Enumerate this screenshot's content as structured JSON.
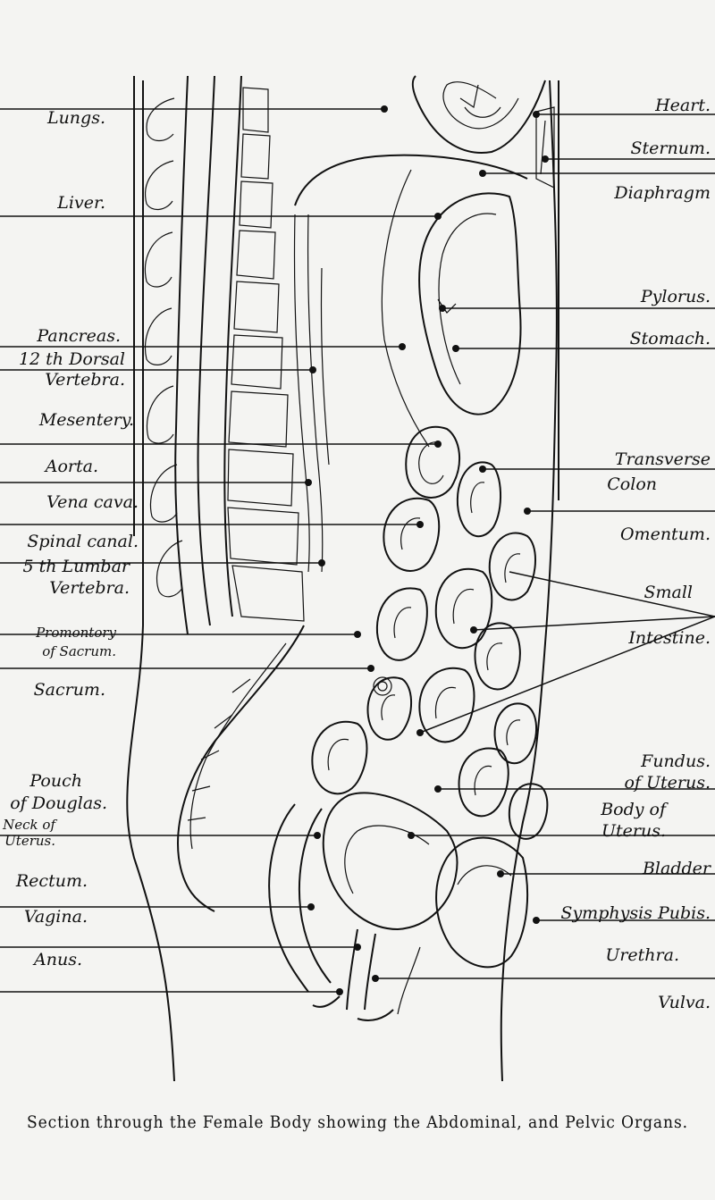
{
  "left_labels": [
    "Lungs.",
    "Liver.",
    "Pancreas.",
    "12 th Dorsal",
    "Vertebra.",
    "Mesentery.",
    "Aorta.",
    "Vena cava.",
    "Spinal canal.",
    "5 th Lumbar",
    "Vertebra.",
    "Promontory",
    "of Sacrum.",
    "Sacrum.",
    "Pouch",
    "of Douglas.",
    "Neck of",
    "Uterus.",
    "Rectum.",
    "Vagina.",
    "Anus."
  ],
  "right_labels": [
    "Heart.",
    "Sternum.",
    "Diaphragm",
    "Pylorus.",
    "Stomach.",
    "Transverse",
    "Colon",
    "Omentum.",
    "Small",
    "Intestine.",
    "Fundus.",
    "of Uterus.",
    "Body of",
    "Uterus.",
    "Bladder",
    "Symphysis Pubis.",
    "Urethra.",
    "Vulva."
  ],
  "caption": {
    "line1": "Section through the Female Body showing the Abdominal, and Pelvic Organs.",
    "line2": ""
  }
}
